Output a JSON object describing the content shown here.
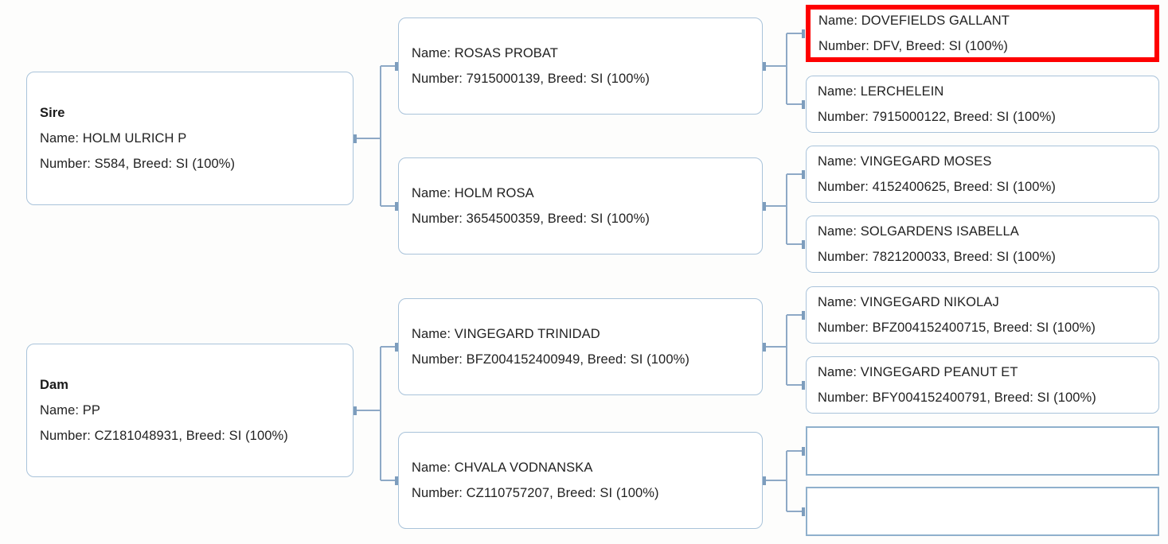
{
  "diagram": {
    "type": "pedigree-tree",
    "background_color": "#fdfdfc",
    "box_border_color": "#a9c3da",
    "connector_color": "#8ea9c6",
    "highlight_color": "#fe0000",
    "field_labels": {
      "name": "Name:",
      "number": "Number:",
      "breed": "Breed:"
    }
  },
  "generation1": [
    {
      "role_label": "Sire",
      "name_line": "Name: HOLM ULRICH P",
      "detail_line": "Number: S584, Breed: SI (100%)"
    },
    {
      "role_label": "Dam",
      "name_line": "Name: PP",
      "detail_line": "Number: CZ181048931, Breed: SI (100%)"
    }
  ],
  "generation2": [
    {
      "name_line": "Name: ROSAS PROBAT",
      "detail_line": "Number: 7915000139, Breed: SI (100%)"
    },
    {
      "name_line": "Name: HOLM ROSA",
      "detail_line": "Number: 3654500359, Breed: SI (100%)"
    },
    {
      "name_line": "Name: VINGEGARD TRINIDAD",
      "detail_line": "Number: BFZ004152400949, Breed: SI (100%)"
    },
    {
      "name_line": "Name: CHVALA VODNANSKA",
      "detail_line": "Number: CZ110757207, Breed: SI (100%)"
    }
  ],
  "generation3": [
    {
      "name_line": "Name: DOVEFIELDS GALLANT",
      "detail_line": "Number: DFV, Breed: SI (100%)",
      "highlighted": true
    },
    {
      "name_line": "Name: LERCHELEIN",
      "detail_line": "Number: 7915000122, Breed: SI (100%)",
      "highlighted": false
    },
    {
      "name_line": "Name: VINGEGARD MOSES",
      "detail_line": "Number: 4152400625, Breed: SI (100%)",
      "highlighted": false
    },
    {
      "name_line": "Name: SOLGARDENS ISABELLA",
      "detail_line": "Number: 7821200033, Breed: SI (100%)",
      "highlighted": false
    },
    {
      "name_line": "Name: VINGEGARD NIKOLAJ",
      "detail_line": "Number: BFZ004152400715, Breed: SI (100%)",
      "highlighted": false
    },
    {
      "name_line": "Name: VINGEGARD PEANUT ET",
      "detail_line": "Number: BFY004152400791, Breed: SI (100%)",
      "highlighted": false
    },
    {
      "name_line": "",
      "detail_line": "",
      "highlighted": false
    },
    {
      "name_line": "",
      "detail_line": "",
      "highlighted": false
    }
  ]
}
